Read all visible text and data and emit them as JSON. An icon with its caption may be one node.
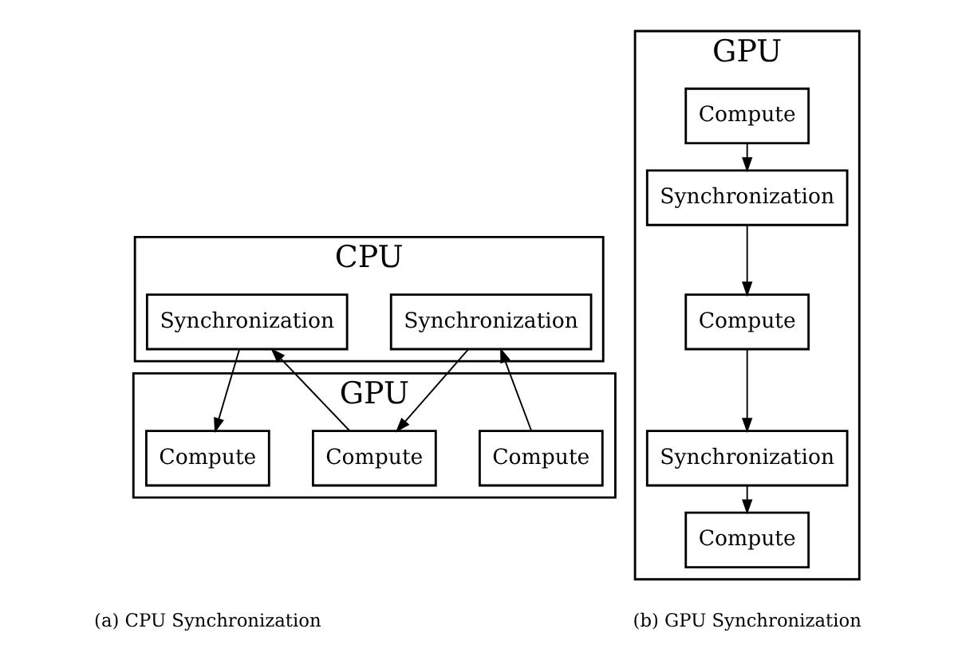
{
  "diagram": {
    "nodes": [
      {
        "text": [
          "CPU"
        ]
      },
      {
        "text": [
          "Synchronization"
        ],
        "in": 0
      },
      {
        "text": [
          "Synchronization"
        ],
        "in": 0
      },
      {
        "text": [
          "GPU"
        ]
      },
      {
        "text": [
          "Compute"
        ],
        "in": 3
      },
      {
        "text": [
          "Compute"
        ],
        "in": 3
      },
      {
        "text": [
          "Compute"
        ],
        "in": 3
      },
      {
        "text": [
          "GPU"
        ]
      },
      {
        "text": [
          "Compute"
        ],
        "in": 7
      },
      {
        "text": [
          "Synchronization"
        ],
        "in": 7
      },
      {
        "text": [
          "Compute"
        ],
        "in": 7
      },
      {
        "text": [
          "Synchronization"
        ],
        "in": 7
      },
      {
        "text": [
          "Compute"
        ],
        "in": 7
      }
    ],
    "edges": [
      {
        "from": 4,
        "to": 1,
        "arrow": "to"
      },
      {
        "from": 1,
        "to": 5,
        "arrow": "to"
      },
      {
        "from": 5,
        "to": 2,
        "arrow": "to"
      },
      {
        "from": 2,
        "to": 6,
        "arrow": "to"
      },
      {
        "from": 8,
        "to": 9,
        "arrow": "to"
      },
      {
        "from": 9,
        "to": 10,
        "arrow": "to"
      },
      {
        "from": 10,
        "to": 11,
        "arrow": "to"
      },
      {
        "from": 11,
        "to": 12,
        "arrow": "to"
      }
    ],
    "labels": [
      "(a) CPU Synchronization",
      "(b) GPU Synchronization"
    ]
  }
}
